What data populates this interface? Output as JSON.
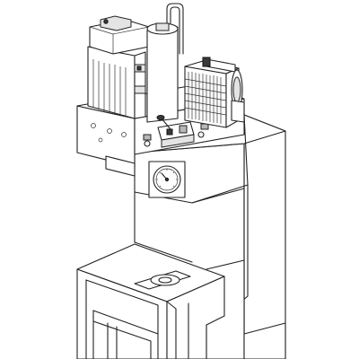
{
  "diagram": {
    "components": [
      {
        "name": "machine-frame"
      },
      {
        "name": "hydraulic-tank"
      },
      {
        "name": "electric-motor"
      },
      {
        "name": "accumulator"
      },
      {
        "name": "oil-cooler"
      },
      {
        "name": "cooling-fan"
      },
      {
        "name": "directional-valve"
      },
      {
        "name": "pressure-gauge"
      },
      {
        "name": "press-table"
      }
    ],
    "colors": {
      "line": "#222222",
      "light_fill": "#e4e4e4",
      "mid_fill": "#b8b8b8",
      "dark_fill": "#3a3a3a",
      "background": "#ffffff"
    }
  }
}
